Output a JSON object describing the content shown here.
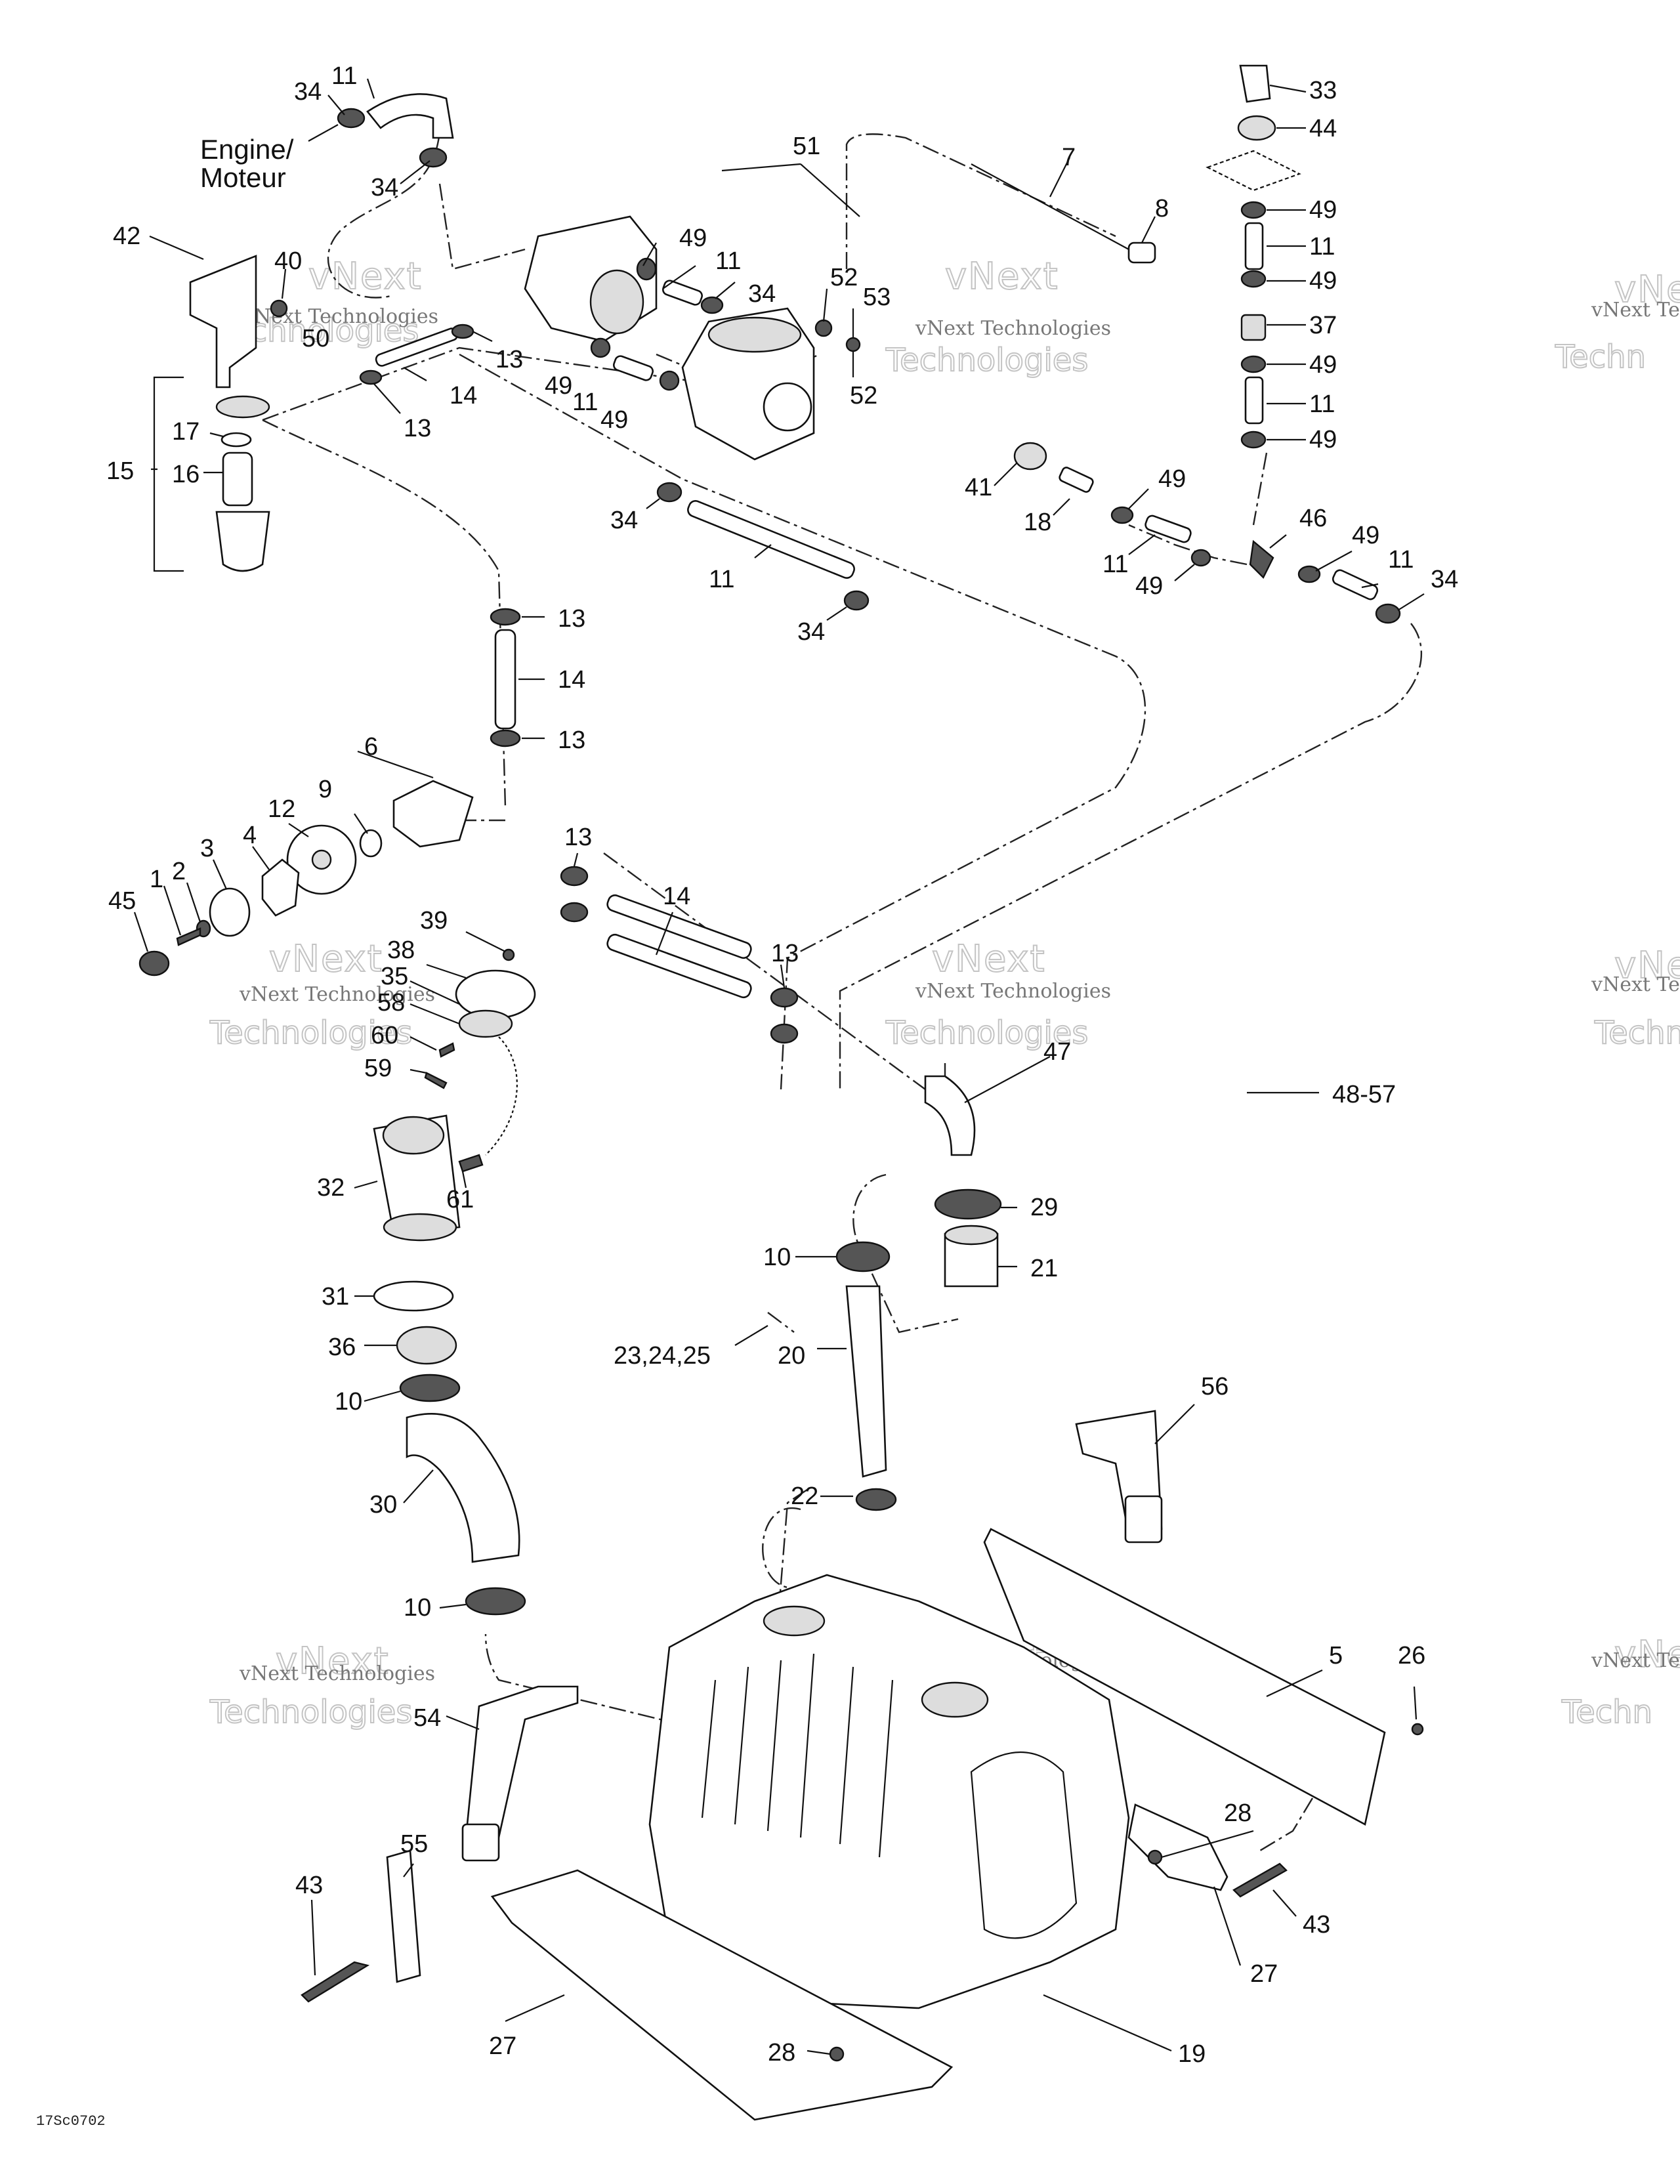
{
  "engine_label": {
    "line1": "Engine/",
    "line2": "Moteur"
  },
  "watermark": {
    "company": "vNext Technologies",
    "big1": "vNext",
    "big2": "Technologies"
  },
  "watermark_clipped": {
    "small": "vNext Te",
    "big1": "vNe",
    "big2": "Techn"
  },
  "figure_code": "17Sc0702",
  "callouts": {
    "c11_top": "11",
    "c34_top": "34",
    "c34_engine": "34",
    "c42": "42",
    "c40": "40",
    "c50": "50",
    "c15": "15",
    "c17": "17",
    "c16": "16",
    "c13_a": "13",
    "c13_b": "13",
    "c14_a": "14",
    "c51": "51",
    "c49_a": "49",
    "c11_a": "11",
    "c34_a": "34",
    "c49_b": "49",
    "c11_b": "11",
    "c49_c": "49",
    "c52_a": "52",
    "c53": "53",
    "c52_b": "52",
    "c7": "7",
    "c8": "8",
    "c33": "33",
    "c44": "44",
    "c49_r1": "49",
    "c11_r1": "11",
    "c49_r2": "49",
    "c37": "37",
    "c49_r3": "49",
    "c11_r2": "11",
    "c49_r4": "49",
    "c41": "41",
    "c18": "18",
    "c49_d": "49",
    "c11_d": "11",
    "c49_e": "49",
    "c46": "46",
    "c49_f": "49",
    "c11_f": "11",
    "c34_f": "34",
    "c34_mid": "34",
    "c11_mid": "11",
    "c34_mid2": "34",
    "c13_c": "13",
    "c14_c": "14",
    "c13_d": "13",
    "c6": "6",
    "c9": "9",
    "c12": "12",
    "c4": "4",
    "c3": "3",
    "c2": "2",
    "c1": "1",
    "c45": "45",
    "c13_e": "13",
    "c14_e": "14",
    "c13_f": "13",
    "c39": "39",
    "c38": "38",
    "c35": "35",
    "c58": "58",
    "c60": "60",
    "c59": "59",
    "c47": "47",
    "c48_57": "48-57",
    "c32": "32",
    "c61": "61",
    "c29": "29",
    "c21": "21",
    "c10_a": "10",
    "c31": "31",
    "c23_24_25": "23,24,25",
    "c20": "20",
    "c36": "36",
    "c10_b": "10",
    "c56": "56",
    "c30": "30",
    "c22": "22",
    "c10_c": "10",
    "c5": "5",
    "c26": "26",
    "c54": "54",
    "c28_a": "28",
    "c55": "55",
    "c43_a": "43",
    "c43_b": "43",
    "c27_a": "27",
    "c27_b": "27",
    "c28_b": "28",
    "c19": "19"
  }
}
